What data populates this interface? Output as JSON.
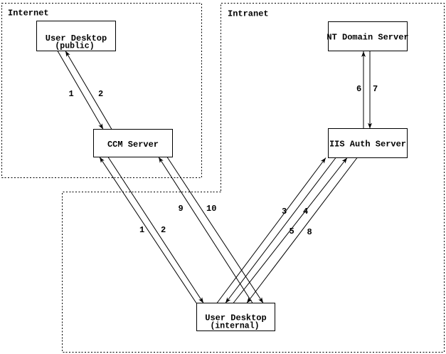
{
  "zones": [
    {
      "label": "Internet"
    },
    {
      "label": "Intranet"
    }
  ],
  "nodes": [
    {
      "title": "User Desktop",
      "subtitle": "(public)",
      "zone": "Internet"
    },
    {
      "title": "CCM Server",
      "zone": "Internet"
    },
    {
      "title": "NT Domain Server",
      "zone": "Intranet"
    },
    {
      "title": "IIS Auth Server",
      "zone": "Intranet"
    },
    {
      "title": "User Desktop",
      "subtitle": "(internal)",
      "zone": "Intranet"
    }
  ],
  "edges": [
    {
      "label": "1",
      "from": "User Desktop (public)",
      "to": "CCM Server"
    },
    {
      "label": "2",
      "from": "CCM Server",
      "to": "User Desktop (public)"
    },
    {
      "label": "1",
      "from": "User Desktop (internal)",
      "to": "CCM Server"
    },
    {
      "label": "2",
      "from": "CCM Server",
      "to": "User Desktop (internal)"
    },
    {
      "label": "9",
      "from": "User Desktop (internal)",
      "to": "CCM Server"
    },
    {
      "label": "10",
      "from": "CCM Server",
      "to": "User Desktop (internal)"
    },
    {
      "label": "3",
      "from": "User Desktop (internal)",
      "to": "IIS Auth Server"
    },
    {
      "label": "4",
      "from": "IIS Auth Server",
      "to": "User Desktop (internal)"
    },
    {
      "label": "5",
      "from": "User Desktop (internal)",
      "to": "IIS Auth Server"
    },
    {
      "label": "8",
      "from": "IIS Auth Server",
      "to": "User Desktop (internal)"
    },
    {
      "label": "6",
      "from": "IIS Auth Server",
      "to": "NT Domain Server"
    },
    {
      "label": "7",
      "from": "NT Domain Server",
      "to": "IIS Auth Server"
    }
  ],
  "colors": {
    "ink": "#000000",
    "background": "#ffffff"
  }
}
